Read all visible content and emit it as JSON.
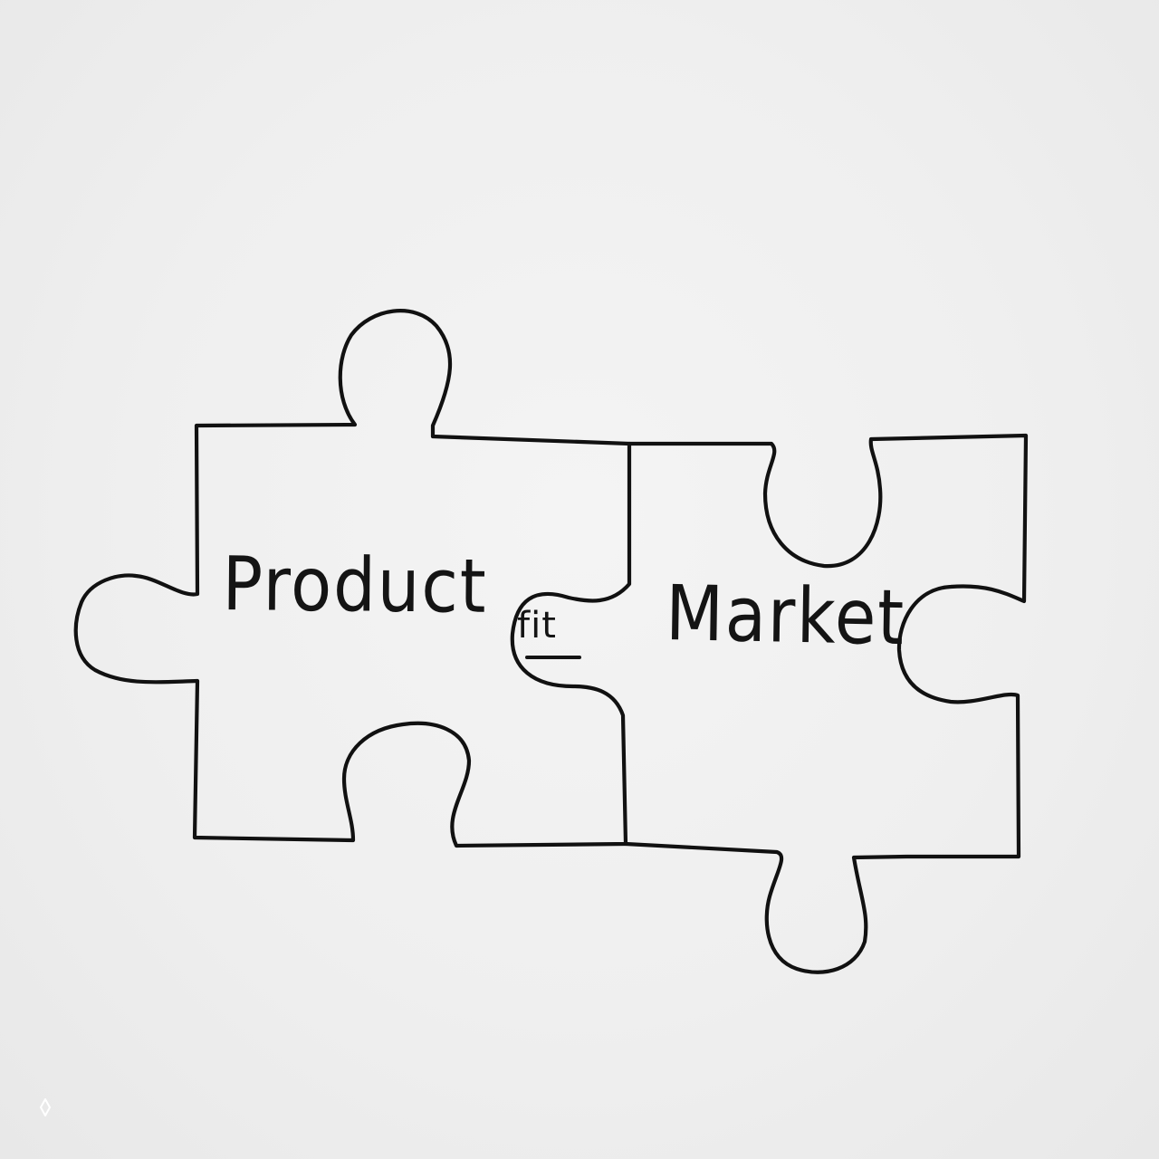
{
  "drawing": {
    "medium": "pen on white paper",
    "shapes": [
      "left-puzzle-piece-icon",
      "right-puzzle-piece-icon"
    ],
    "ink_color": "#111111",
    "paper_color": "#efefef"
  },
  "labels": {
    "left_piece": "Product",
    "connector": "fit",
    "right_piece": "Market"
  }
}
